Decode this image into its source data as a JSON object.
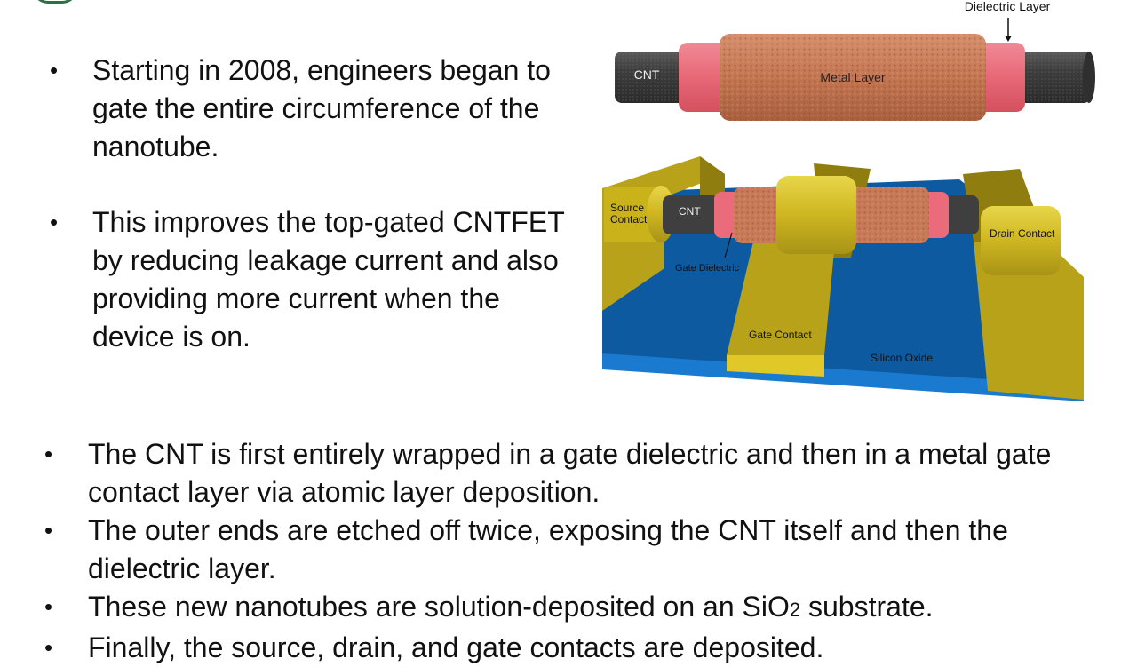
{
  "bullets_top": [
    "Starting in 2008, engineers began to gate the entire circumference of the nanotube.",
    "This improves the top-gated CNTFET by reducing leakage current and also providing more current when the device is on."
  ],
  "bullets_bottom": [
    "The CNT is first entirely wrapped in a gate dielectric and then in a metal gate contact layer via atomic layer deposition.",
    "The outer ends are etched off twice, exposing the CNT itself and then the dielectric layer."
  ],
  "bullet_sio2": {
    "before": "These new nanotubes are solution-deposited on an SiO",
    "sub": "2",
    "after": " substrate."
  },
  "bullet_cut": "Finally, the source, drain, and gate contacts are deposited.",
  "bullet_symbol": "•",
  "figure_top": {
    "dielectric_label": "Dielectric Layer",
    "cnt_label": "CNT",
    "metal_label": "Metal Layer"
  },
  "figure_bottom": {
    "source_label_1": "Source",
    "source_label_2": "Contact",
    "cnt_label": "CNT",
    "gate_dielectric_label": "Gate Dielectric",
    "drain_label": "Drain Contact",
    "gate_contact_label": "Gate Contact",
    "silicon_oxide_label": "Silicon Oxide"
  },
  "colors": {
    "cnt": "#4a4a4a",
    "dielectric": "#ea6c7a",
    "metal": "#c87a58",
    "gold": "#c9b21a",
    "oxide": "#0d5aa0",
    "logo": "#2f6d45"
  }
}
